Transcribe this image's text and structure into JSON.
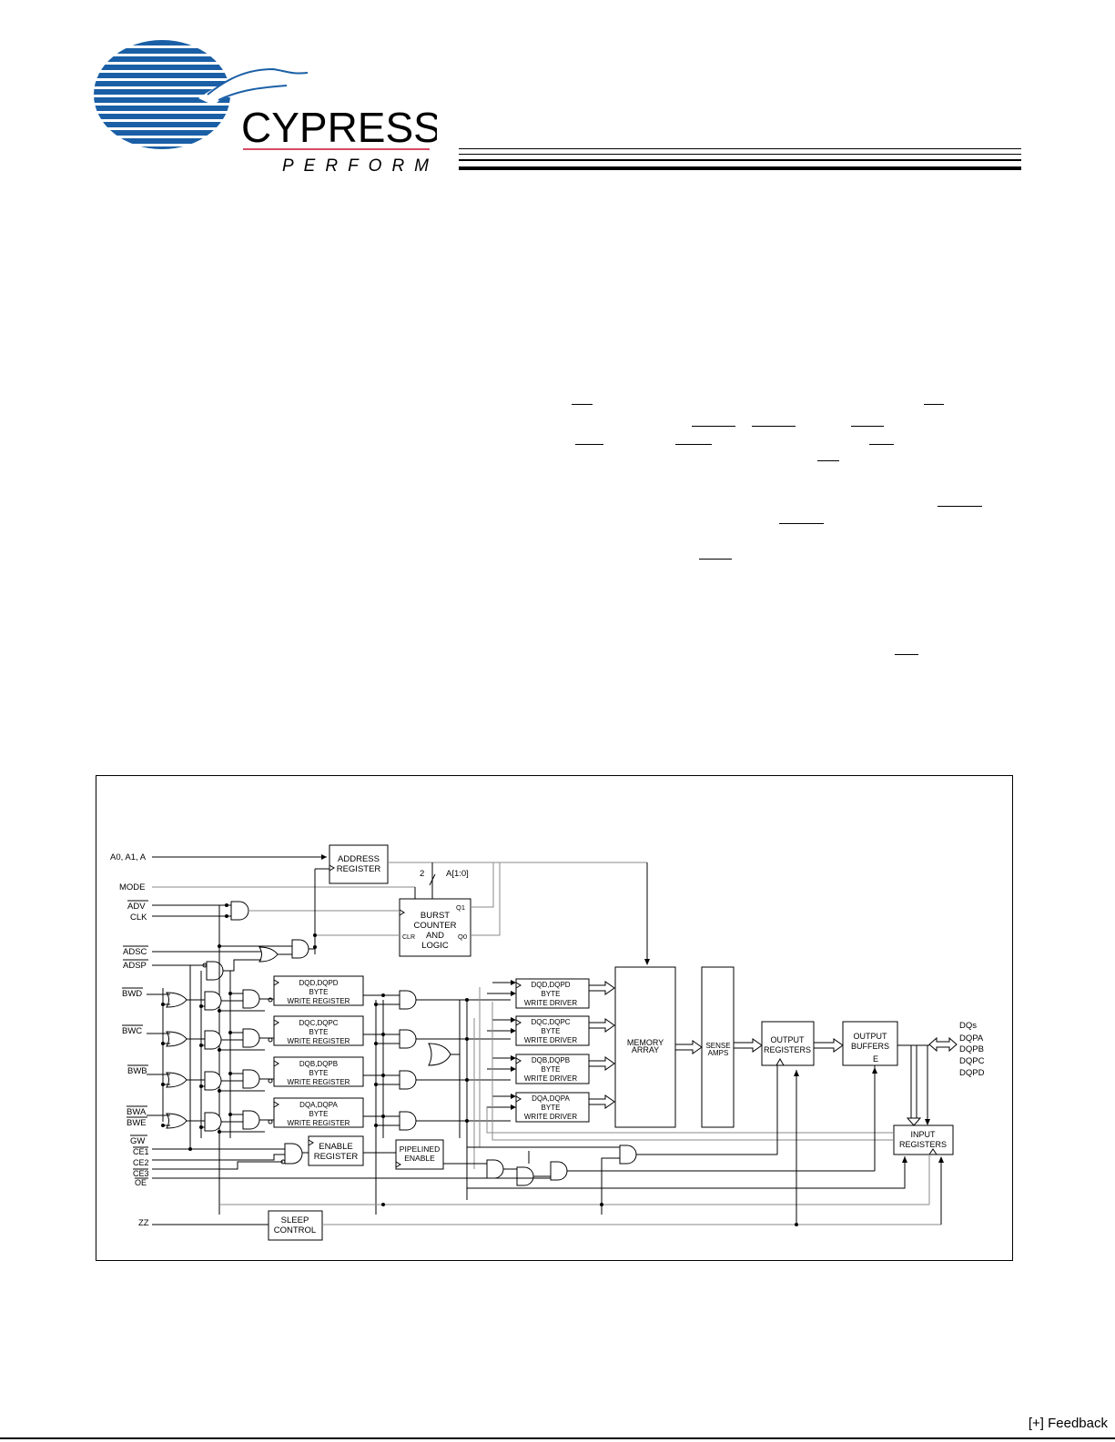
{
  "logo": {
    "brand": "CYPRESS",
    "tagline": "PERFORM",
    "brand_color": "#1a5fa6",
    "tagline_color": "#c8102e"
  },
  "diagram": {
    "signals_left": {
      "addr": "A0, A1, A",
      "mode": "MODE",
      "adv": "ADV",
      "clk": "CLK",
      "adsc": "ADSC",
      "adsp": "ADSP",
      "bwd": "BWD",
      "bwc": "BWC",
      "bwb": "BWB",
      "bwa": "BWA",
      "bwe": "BWE",
      "gw": "GW",
      "ce1": "CE1",
      "ce2": "CE2",
      "ce3": "CE3",
      "oe": "OE",
      "zz": "ZZ"
    },
    "address_register": [
      "ADDRESS",
      "REGISTER"
    ],
    "burst_counter": [
      "BURST",
      "COUNTER",
      "AND",
      "LOGIC"
    ],
    "burst_pins": {
      "q1": "Q1",
      "q0": "Q0",
      "clr": "CLR"
    },
    "addr_bus": {
      "width": "2",
      "label": "A[1:0]"
    },
    "byte_write_registers": [
      [
        "DQD,DQPD",
        "BYTE",
        "WRITE REGISTER"
      ],
      [
        "DQC,DQPC",
        "BYTE",
        "WRITE REGISTER"
      ],
      [
        "DQB,DQPB",
        "BYTE",
        "WRITE REGISTER"
      ],
      [
        "DQA,DQPA",
        "BYTE",
        "WRITE REGISTER"
      ]
    ],
    "byte_write_drivers": [
      [
        "DQD,DQPD",
        "BYTE",
        "WRITE DRIVER"
      ],
      [
        "DQC,DQPC",
        "BYTE",
        "WRITE DRIVER"
      ],
      [
        "DQB,DQPB",
        "BYTE",
        "WRITE DRIVER"
      ],
      [
        "DQA,DQPA",
        "BYTE",
        "WRITE DRIVER"
      ]
    ],
    "enable_register": [
      "ENABLE",
      "REGISTER"
    ],
    "pipelined_enable": [
      "PIPELINED",
      "ENABLE"
    ],
    "memory_array": [
      "MEMORY",
      "ARRAY"
    ],
    "sense_amps": [
      "SENSE",
      "AMPS"
    ],
    "output_registers": [
      "OUTPUT",
      "REGISTERS"
    ],
    "output_buffers": [
      "OUTPUT",
      "BUFFERS",
      "E"
    ],
    "input_registers": [
      "INPUT",
      "REGISTERS"
    ],
    "sleep_control": [
      "SLEEP",
      "CONTROL"
    ],
    "dq_outputs": [
      "DQs",
      "DQPA",
      "DQPB",
      "DQPC",
      "DQPD"
    ]
  },
  "footer": {
    "feedback": "[+] Feedback"
  }
}
